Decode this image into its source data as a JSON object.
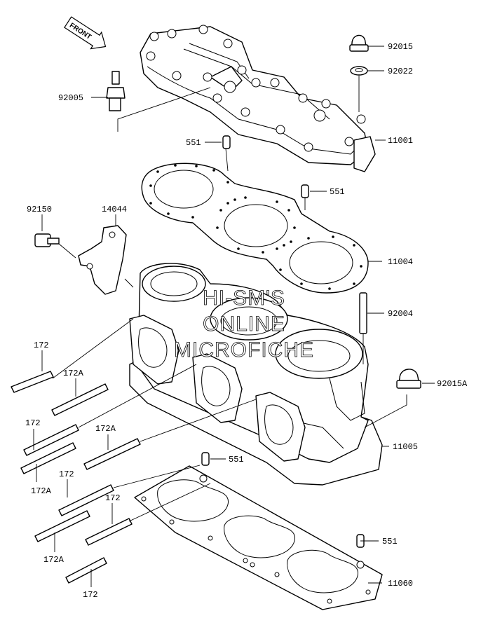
{
  "diagram": {
    "direction_label": "FRONT",
    "watermark_lines": [
      "HI-SM'S",
      "ONLINE",
      "MICROFICHE"
    ],
    "callouts": [
      "92015",
      "92022",
      "92005",
      "11001",
      "551",
      "551",
      "92150",
      "14044",
      "11004",
      "92004",
      "172",
      "172A",
      "92015A",
      "172",
      "172A",
      "11005",
      "551",
      "172A",
      "172",
      "172",
      "172A",
      "172",
      "551",
      "11060"
    ]
  }
}
